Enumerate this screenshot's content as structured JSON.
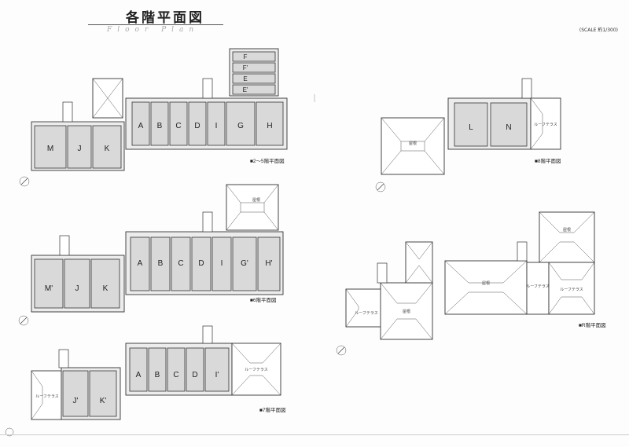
{
  "header": {
    "title": "各階平面図",
    "subtitle": "Floor Plan",
    "scale": "(SCALE 約1/300)"
  },
  "plans": {
    "floor_2_5": {
      "caption": "■2～5階平面図",
      "units": [
        "M",
        "J",
        "K",
        "A",
        "B",
        "C",
        "D",
        "I",
        "G",
        "H",
        "F",
        "F'",
        "E",
        "E'"
      ]
    },
    "floor_6": {
      "caption": "■6階平面図",
      "units": [
        "M'",
        "J",
        "K",
        "A",
        "B",
        "C",
        "D",
        "I",
        "G'",
        "H'"
      ],
      "roof_label": "屋根"
    },
    "floor_7": {
      "caption": "■7階平面図",
      "units": [
        "J'",
        "K'",
        "A",
        "B",
        "C",
        "D",
        "I'"
      ],
      "roof_label_1": "ルーフテラス",
      "roof_label_2": "ルーフテラス"
    },
    "floor_8": {
      "caption": "■8階平面図",
      "units": [
        "L",
        "N"
      ],
      "roof_label": "屋根",
      "terrace_label": "ルーフテラス"
    },
    "floor_r": {
      "caption": "■R階平面図",
      "roof_labels": [
        "屋根",
        "屋根",
        "屋根",
        "ルーフテラス",
        "ルーフテラス",
        "ルーフテラス"
      ]
    }
  }
}
